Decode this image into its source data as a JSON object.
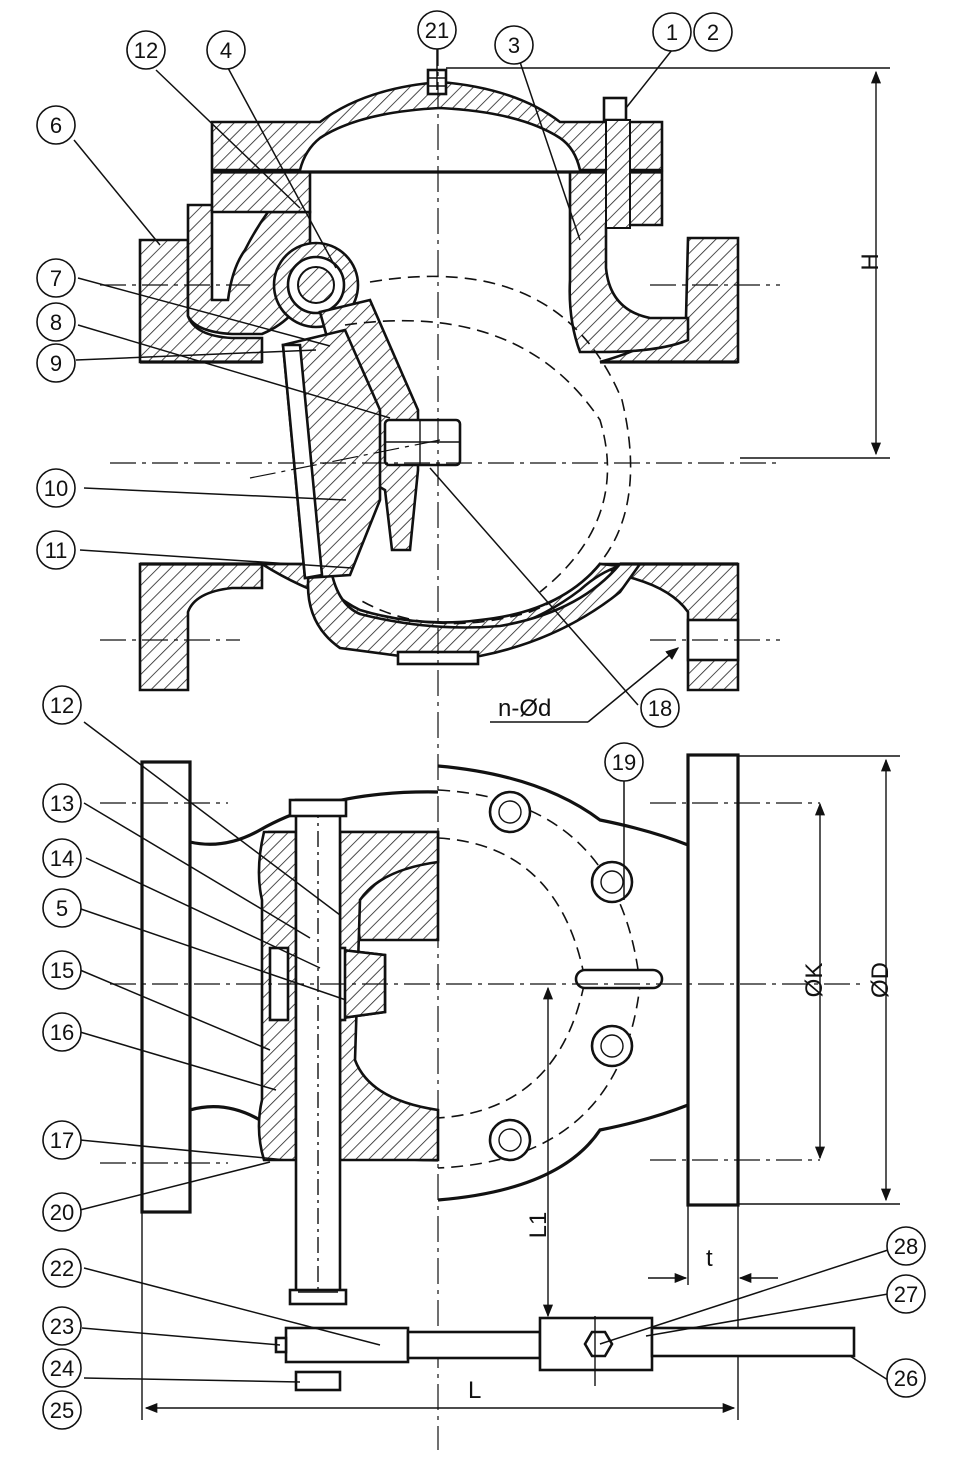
{
  "part_labels": [
    {
      "id": "p21",
      "text": "21"
    },
    {
      "id": "p3",
      "text": "3"
    },
    {
      "id": "p1",
      "text": "1"
    },
    {
      "id": "p2",
      "text": "2"
    },
    {
      "id": "p12a",
      "text": "12"
    },
    {
      "id": "p4",
      "text": "4"
    },
    {
      "id": "p6",
      "text": "6"
    },
    {
      "id": "p7",
      "text": "7"
    },
    {
      "id": "p8",
      "text": "8"
    },
    {
      "id": "p9",
      "text": "9"
    },
    {
      "id": "p10",
      "text": "10"
    },
    {
      "id": "p11",
      "text": "11"
    },
    {
      "id": "p18",
      "text": "18"
    },
    {
      "id": "p12b",
      "text": "12"
    },
    {
      "id": "p13",
      "text": "13"
    },
    {
      "id": "p14",
      "text": "14"
    },
    {
      "id": "p5",
      "text": "5"
    },
    {
      "id": "p15",
      "text": "15"
    },
    {
      "id": "p16",
      "text": "16"
    },
    {
      "id": "p17",
      "text": "17"
    },
    {
      "id": "p20",
      "text": "20"
    },
    {
      "id": "p19",
      "text": "19"
    },
    {
      "id": "p22",
      "text": "22"
    },
    {
      "id": "p23",
      "text": "23"
    },
    {
      "id": "p24",
      "text": "24"
    },
    {
      "id": "p25",
      "text": "25"
    },
    {
      "id": "p28",
      "text": "28"
    },
    {
      "id": "p27",
      "text": "27"
    },
    {
      "id": "p26",
      "text": "26"
    }
  ],
  "dimensions": {
    "H": "H",
    "n_phi_d": "n-Ød",
    "phi_K": "ØK",
    "phi_D": "ØD",
    "L1": "L1",
    "t": "t",
    "L": "L"
  }
}
